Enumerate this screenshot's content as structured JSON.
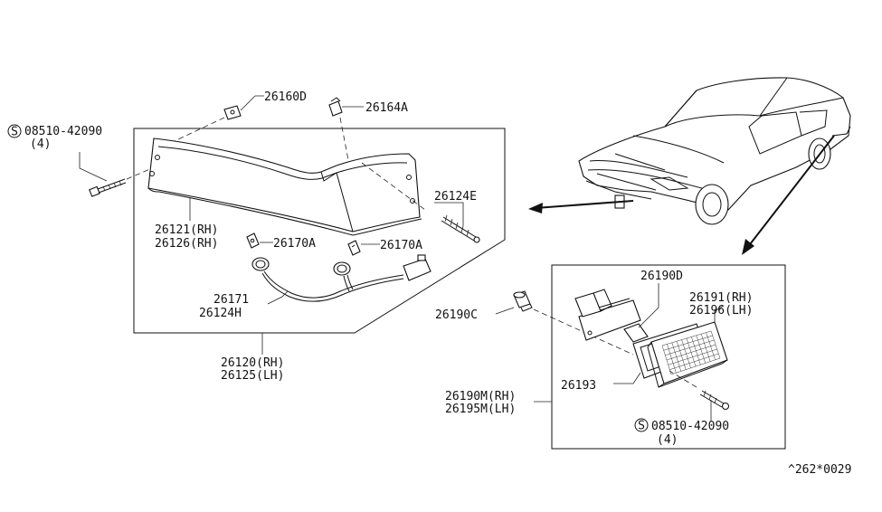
{
  "labels": {
    "bolt_left_part": "08510-42090",
    "bolt_left_qty": "(4)",
    "clip_26160D": "26160D",
    "nut_26164A": "26164A",
    "screw_26124E": "26124E",
    "lens_rh": "26121(RH)",
    "lens_rh2": "26126(RH)",
    "socket_a1": "26170A",
    "socket_a2": "26170A",
    "harness_1": "26171",
    "harness_2": "26124H",
    "assy_rh": "26120(RH)",
    "assy_lh": "26125(LH)",
    "gasket_26190D": "26190D",
    "bulb_26190C": "26190C",
    "lens_lamp_rh": "26191(RH)",
    "lens_lamp_lh": "26196(LH)",
    "seal_26193": "26193",
    "lamp_assy_rh": "26190M(RH)",
    "lamp_assy_lh": "26195M(LH)",
    "bolt_right_part": "08510-42090",
    "bolt_right_qty": "(4)",
    "s_symbol": "S",
    "ref_code": "^262*0029"
  }
}
